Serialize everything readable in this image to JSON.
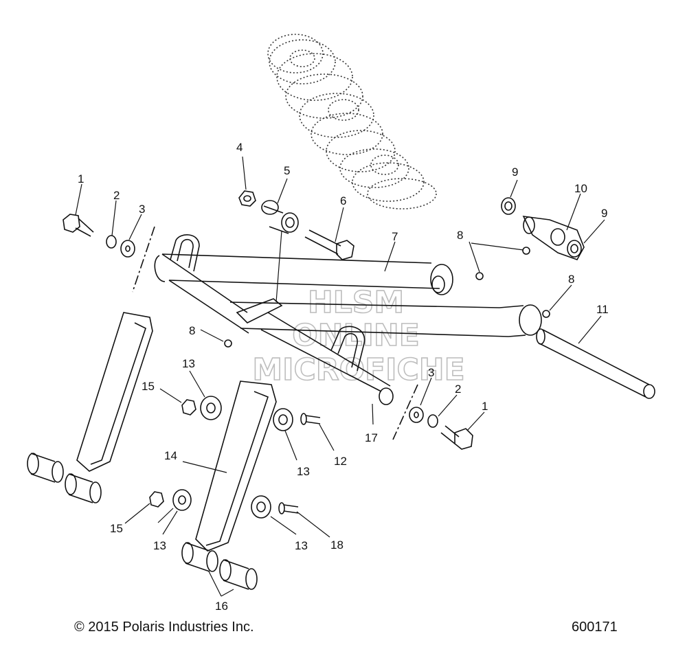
{
  "watermark": [
    "HLSM",
    "ONLINE",
    "MICROFICHE"
  ],
  "callouts": [
    "1",
    "2",
    "3",
    "4",
    "5",
    "6",
    "7",
    "8",
    "9",
    "10",
    "9",
    "8",
    "11",
    "8",
    "3",
    "2",
    "1",
    "13",
    "15",
    "14",
    "13",
    "12",
    "17",
    "13",
    "15",
    "13",
    "18",
    "16"
  ],
  "footer": {
    "copyright": "© 2015 Polaris Industries Inc.",
    "diagram_number": "600171"
  }
}
